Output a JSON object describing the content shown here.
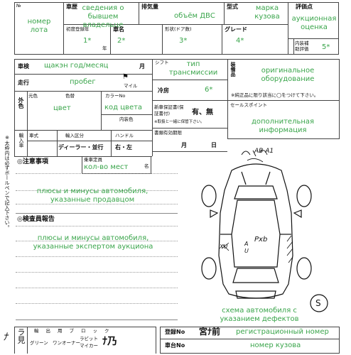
{
  "header": {
    "no_label": "№",
    "lot_value": "номер лота",
    "history_label": "車歴",
    "history_value": "сведения о бывшем владельце",
    "displacement_label": "排気量",
    "displacement_value": "объём ДВС",
    "model_label": "型式",
    "model_value": "марка кузова",
    "grade_score_label": "評価点",
    "grade_score_value": "аукционная оценка",
    "first_reg_label": "初度登録年",
    "first_reg_value": "1*",
    "first_reg_suffix": "年",
    "car_name_label": "車名",
    "car_name_value": "2*",
    "body_label": "形状(ドア数)",
    "body_value": "3*",
    "grade_label": "グレード",
    "grade_value": "4*",
    "interior_label": "内装補助評価",
    "interior_value": "5*"
  },
  "inspection": {
    "expiry_label": "車検",
    "expiry_value": "щакэн год/месяц",
    "expiry_suffix": "月",
    "mileage_label": "走行",
    "mileage_value": "пробег",
    "mileage_unit": "マイル",
    "shift_label": "シフト",
    "shift_value": "тип трансмиссии",
    "ac_label": "冷房",
    "ac_value": "6*",
    "equipment_label": "装備品",
    "equipment_value": "оригинальное оборудование",
    "equipment_note": "※純正品に限り該当に◯をつけて下さい。",
    "color_label": "外色",
    "color_orig_label": "元色",
    "color_code_label": "色替",
    "color_no_label": "カラーNo",
    "color_value": "цвет",
    "color_code_value": "код цвета",
    "inner_color_label": "内装色",
    "warranty_label": "新車保証書(保証書付)",
    "warranty_value": "有、無",
    "warranty_note": "※取扱と一緒に保管下さい。",
    "sales_point_label": "セールスポイント",
    "sales_point_value": "дополнительная информация",
    "records_label": "書類有効期限",
    "records_month": "月",
    "records_day": "日",
    "import_label": "輸入車",
    "import_type_label": "輸入区分",
    "import_type_value": "ディーラー・並行",
    "handle_label": "ハンドル",
    "handle_value": "右・左",
    "style_label": "車式"
  },
  "notes": {
    "caution_label": "◎注意事項",
    "capacity_label": "乗車定員",
    "capacity_value": "кол-во мест",
    "capacity_unit": "名",
    "seller_notes": "плюсы и минусы автомобиля, указанные продавцом",
    "inspector_label": "◎検査員報告",
    "inspector_notes": "плюсы и минусы автомобиля, указанные экспертом аукциона",
    "side_text": "※太枠内は必ずボールペンで記入下さい。",
    "diagram_caption": "схема автомобиля с указанием дефектов",
    "diagram_sign": "S",
    "hw_top": "AB A1",
    "hw_mid": "Pxb",
    "hw_left": "XU",
    "hw_a": "A",
    "hw_u": "U"
  },
  "footer": {
    "prefix": "ﾅ",
    "hw_left": "ラ見",
    "block_label": "輸出用ブロック",
    "green_label": "グリーン",
    "one_owner_label": "ワンオーナー",
    "rabbit_label": "ラビット",
    "my_car_label": "マイカー",
    "stamp": "ﾅ乃",
    "reg_label": "登録No",
    "reg_hand": "宮ﾅ前",
    "reg_value": "регистрационный номер",
    "chassis_label": "車台No",
    "chassis_value": "номер кузова"
  }
}
